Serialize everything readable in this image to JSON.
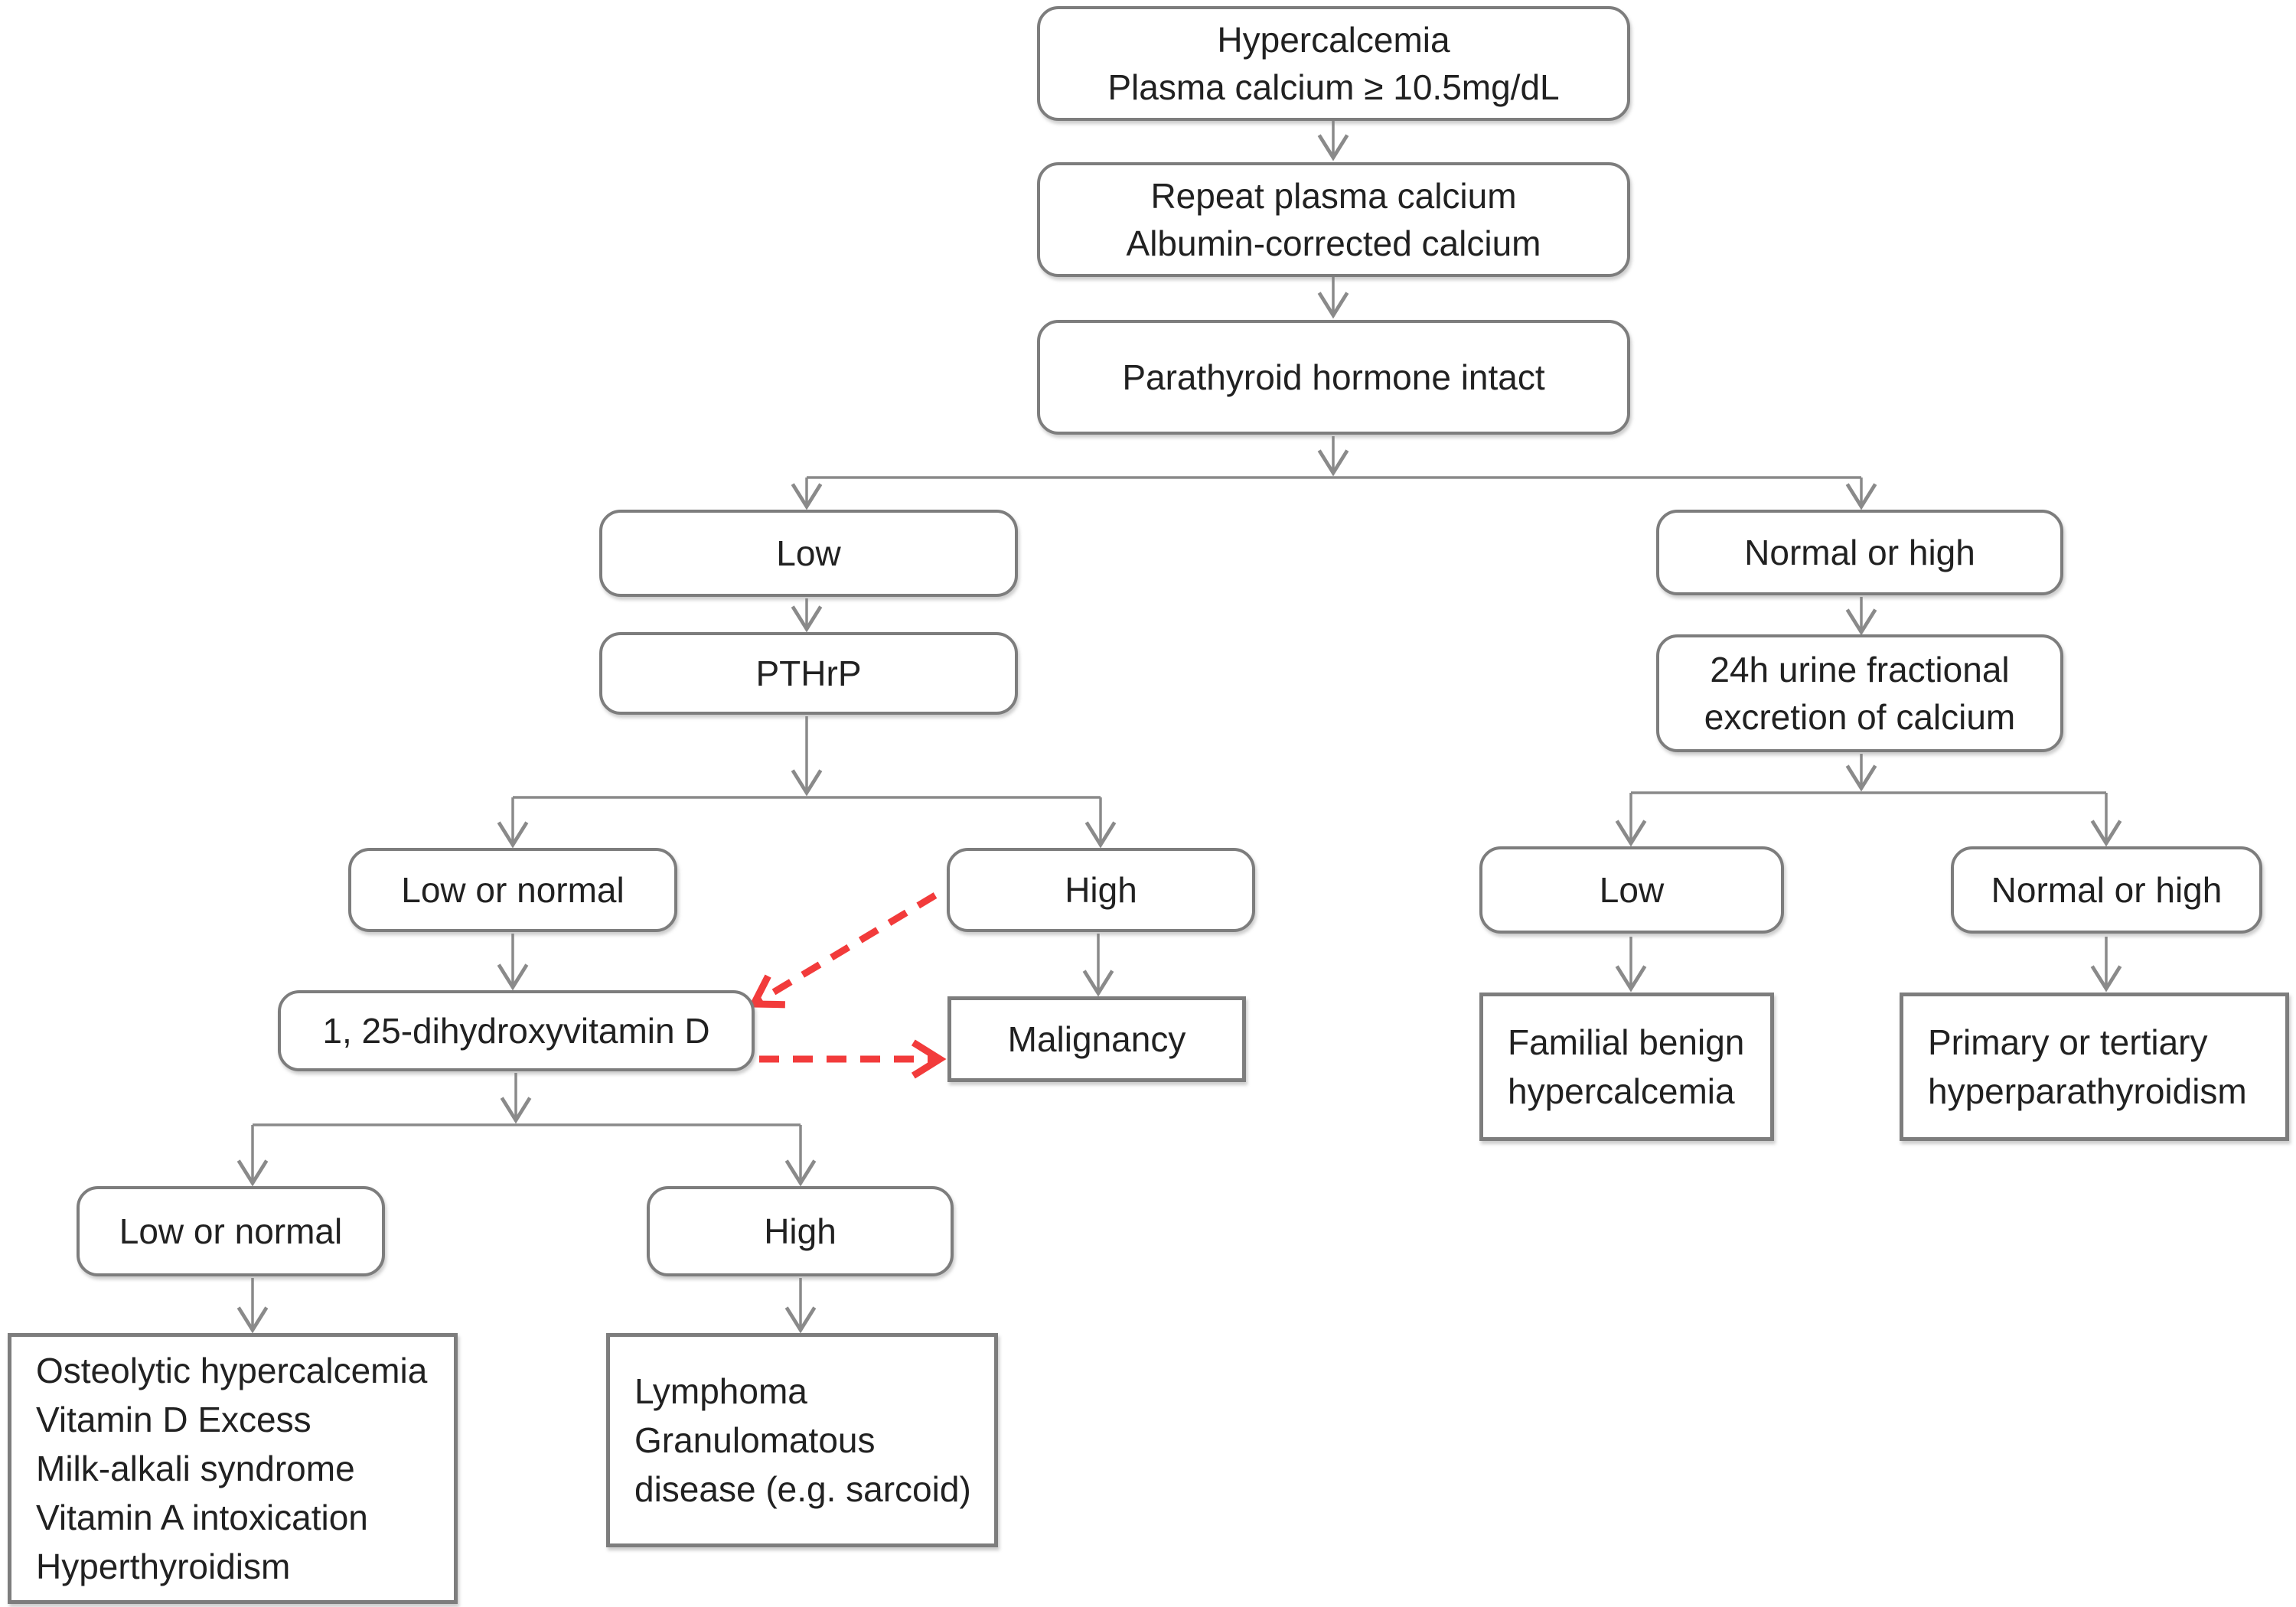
{
  "colors": {
    "bg": "#ffffff",
    "text": "#212121",
    "box_border": "#7d7d7d",
    "arrow": "#8a8a8a",
    "red": "#f23b3b"
  },
  "nodes": {
    "hypercalcemia": {
      "lines": [
        "Hypercalcemia",
        "Plasma calcium ≥ 10.5mg/dL"
      ]
    },
    "repeat_calcium": {
      "lines": [
        "Repeat plasma calcium",
        "Albumin-corrected calcium"
      ]
    },
    "pth_intact": {
      "label": "Parathyroid hormone intact"
    },
    "pth_low": {
      "label": "Low"
    },
    "pthrp": {
      "label": "PTHrP"
    },
    "pthrp_low_or_normal": {
      "label": "Low or normal"
    },
    "pthrp_high": {
      "label": "High"
    },
    "vitamin_d": {
      "label": "1, 25-dihydroxyvitamin D"
    },
    "malignancy": {
      "label": "Malignancy"
    },
    "vitd_low_or_normal": {
      "label": "Low or normal"
    },
    "vitd_high": {
      "label": "High"
    },
    "osteolytic_group": {
      "lines": [
        "Osteolytic hypercalcemia",
        "Vitamin D Excess",
        "Milk-alkali syndrome",
        "Vitamin A intoxication",
        "Hyperthyroidism"
      ]
    },
    "lymphoma_group": {
      "lines": [
        "Lymphoma",
        "Granulomatous",
        "disease (e.g. sarcoid)"
      ]
    },
    "pth_normal_or_high": {
      "label": "Normal or high"
    },
    "urine_calcium": {
      "lines": [
        "24h urine fractional",
        "excretion of calcium"
      ]
    },
    "urine_low": {
      "label": "Low"
    },
    "familial": {
      "lines": [
        "Familial benign",
        "hypercalcemia"
      ]
    },
    "urine_normal_or_high": {
      "label": "Normal or high"
    },
    "hyperparathyroidism": {
      "lines": [
        "Primary or tertiary",
        "hyperparathyroidism"
      ]
    }
  }
}
